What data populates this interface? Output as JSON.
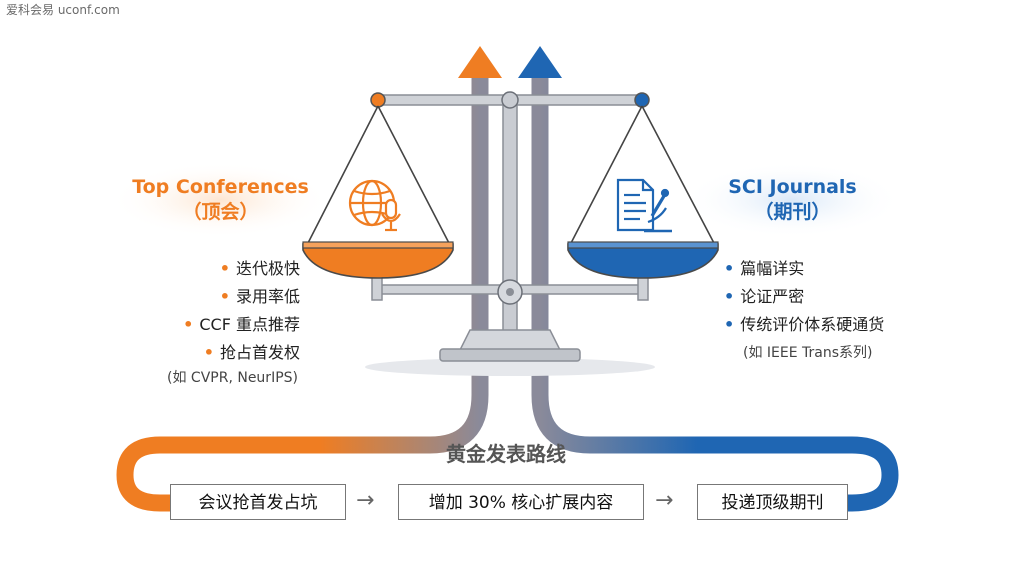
{
  "watermark": "爱科会易 uconf.com",
  "left": {
    "title": "Top Conferences",
    "subtitle": "（顶会）",
    "items": [
      "迭代极快",
      "录用率低",
      "CCF 重点推荐",
      "抢占首发权"
    ],
    "note": "(如 CVPR, NeurIPS)",
    "color": "#ef7d22",
    "icon": "globe-microphone-icon"
  },
  "right": {
    "title": "SCI Journals",
    "subtitle": "（期刊）",
    "items": [
      "篇幅详实",
      "论证严密",
      "传统评价体系硬通货"
    ],
    "note": "(如 IEEE Trans系列)",
    "color": "#1f66b3",
    "icon": "document-microscope-icon"
  },
  "route": {
    "title": "黄金发表路线",
    "steps": [
      "会议抢首发占坑",
      "增加 30% 核心扩展内容",
      "投递顶级期刊"
    ],
    "arrow": "→"
  }
}
